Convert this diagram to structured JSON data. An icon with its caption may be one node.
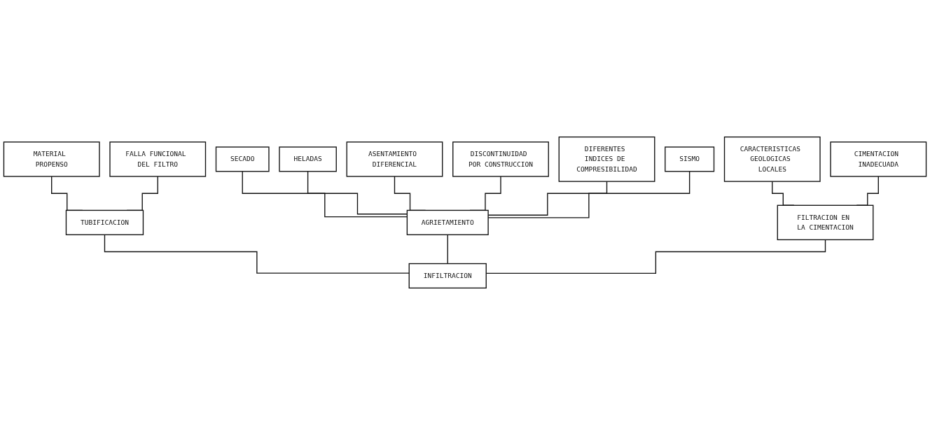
{
  "diagram": {
    "nodes": [
      {
        "text": [
          "MATERIAL PROPENSO"
        ]
      },
      {
        "text": [
          "FALLA FUNCIONAL DEL FILTRO"
        ]
      },
      {
        "text": [
          "SECADO"
        ]
      },
      {
        "text": [
          "HELADAS"
        ]
      },
      {
        "text": [
          "ASENTAMIENTO DIFERENCIAL"
        ]
      },
      {
        "text": [
          "DISCONTINUIDAD POR CONSTRUCCION"
        ]
      },
      {
        "text": [
          "DIFERENTES INDICES DE COMPRESIBILIDAD"
        ]
      },
      {
        "text": [
          "SISMO"
        ]
      },
      {
        "text": [
          "CARACTERISTICAS GEOLOGICAS LOCALES"
        ]
      },
      {
        "text": [
          "CIMENTACION INADECUADA"
        ]
      },
      {
        "text": [
          "TUBIFICACION"
        ]
      },
      {
        "text": [
          "AGRIETAMIENTO"
        ]
      },
      {
        "text": [
          "FILTRACION EN LA CIMENTACION"
        ]
      },
      {
        "text": [
          "INFILTRACION"
        ]
      }
    ],
    "edges": [
      {
        "from": 0,
        "to": 10,
        "arrow": "none"
      },
      {
        "from": 1,
        "to": 10,
        "arrow": "none"
      },
      {
        "from": 2,
        "to": 11,
        "arrow": "none"
      },
      {
        "from": 3,
        "to": 11,
        "arrow": "none"
      },
      {
        "from": 4,
        "to": 11,
        "arrow": "none"
      },
      {
        "from": 5,
        "to": 11,
        "arrow": "none"
      },
      {
        "from": 6,
        "to": 11,
        "arrow": "none"
      },
      {
        "from": 7,
        "to": 11,
        "arrow": "none"
      },
      {
        "from": 8,
        "to": 12,
        "arrow": "none"
      },
      {
        "from": 9,
        "to": 12,
        "arrow": "none"
      },
      {
        "from": 10,
        "to": 13,
        "arrow": "none"
      },
      {
        "from": 11,
        "to": 13,
        "arrow": "none"
      },
      {
        "from": 12,
        "to": 13,
        "arrow": "none"
      }
    ]
  }
}
